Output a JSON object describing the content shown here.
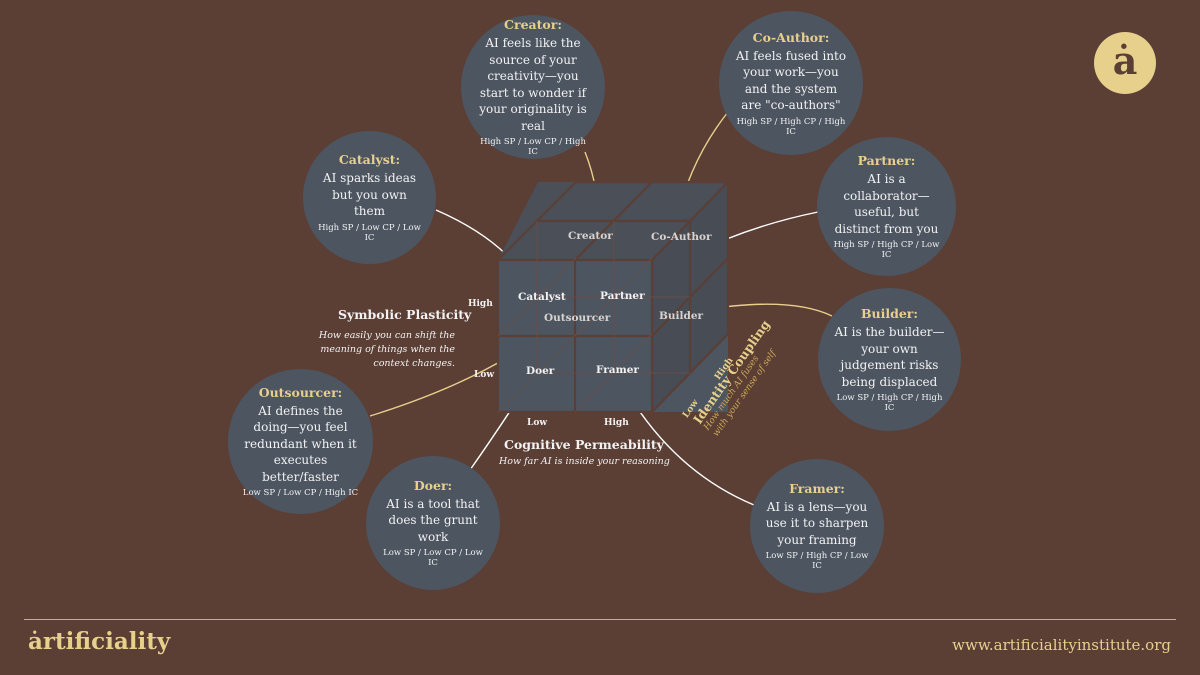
{
  "bubbles": {
    "creator": {
      "title": "Creator:",
      "desc": "AI feels like the source of your creativity—you start to wonder if your originality is real",
      "code": "High SP / Low CP / High IC"
    },
    "coauthor": {
      "title": "Co-Author:",
      "desc": "AI feels fused into your work—you and the system are \"co-authors\"",
      "code": "High SP / High CP / High IC"
    },
    "catalyst": {
      "title": "Catalyst:",
      "desc": "AI sparks ideas but you own them",
      "code": "High SP / Low CP / Low IC"
    },
    "partner": {
      "title": "Partner:",
      "desc": "AI is a collaborator—useful, but distinct from you",
      "code": "High SP / High CP / Low IC"
    },
    "builder": {
      "title": "Builder:",
      "desc": "AI is the builder—your own judgement risks being displaced",
      "code": "Low SP / High CP / High IC"
    },
    "outsourcer": {
      "title": "Outsourcer:",
      "desc": "AI defines the doing—you feel redundant when it executes better/faster",
      "code": "Low SP / Low CP / High IC"
    },
    "doer": {
      "title": "Doer:",
      "desc": "AI is a tool that does the grunt work",
      "code": "Low SP / Low CP / Low IC"
    },
    "framer": {
      "title": "Framer:",
      "desc": "AI is a lens—you use it to sharpen your framing",
      "code": "Low SP / High CP / Low IC"
    }
  },
  "cube_labels": {
    "creator": "Creator",
    "coauthor": "Co-Author",
    "catalyst": "Catalyst",
    "partner": "Partner",
    "outsourcer": "Outsourcer",
    "builder": "Builder",
    "doer": "Doer",
    "framer": "Framer"
  },
  "axes": {
    "sp": {
      "title": "Symbolic Plasticity",
      "sub": "How easily you can shift the meaning of things when the context changes.",
      "high": "High",
      "low": "Low"
    },
    "cp": {
      "title": "Cognitive Permeability",
      "sub": "How far AI is inside your reasoning",
      "low": "Low",
      "high": "High"
    },
    "ic": {
      "title": "Identity Coupling",
      "sub1": "How much AI fuses",
      "sub2": "with your sense of self",
      "low": "Low",
      "high": "High"
    }
  },
  "footer": {
    "logo": "ȧrtificiality",
    "url": "www.artificialityinstitute.org"
  },
  "corner_logo": "ȧ",
  "colors": {
    "background": "#5b3e34",
    "bubble": "#4d5561",
    "accent": "#e7d08c",
    "text": "#f2f2f2"
  }
}
